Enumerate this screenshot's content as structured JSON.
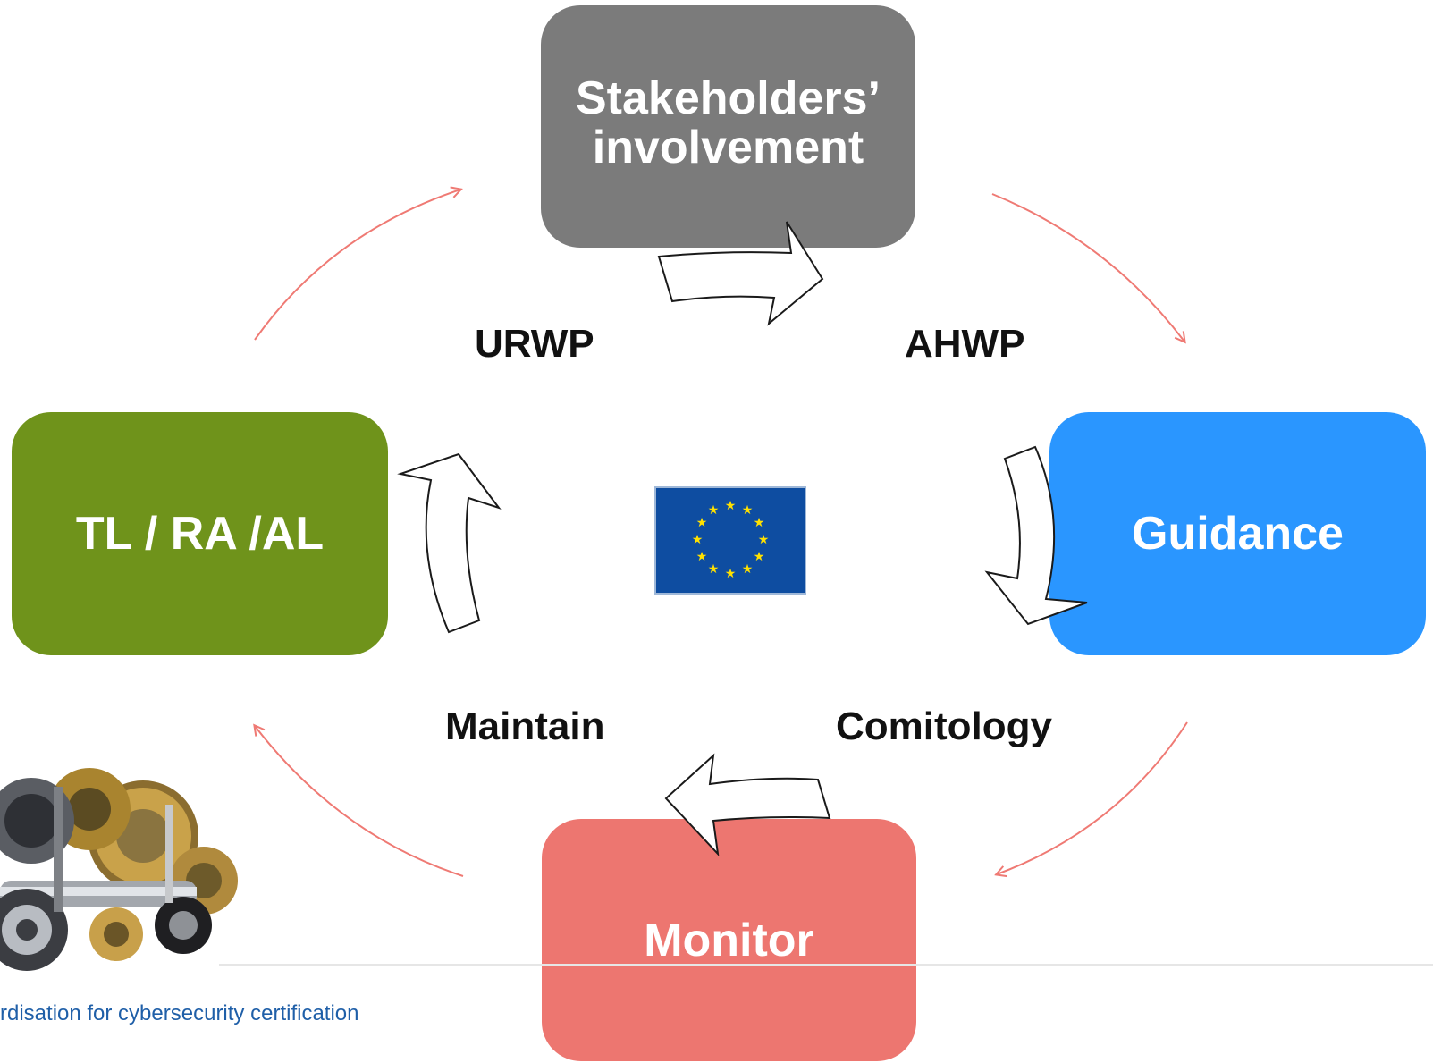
{
  "boxes": {
    "stakeholders": {
      "line1": "Stakeholders’",
      "line2": "involvement",
      "color": "#7b7b7b"
    },
    "tl_ra_al": {
      "label": "TL / RA /AL",
      "color": "#6f931b"
    },
    "guidance": {
      "label": "Guidance",
      "color": "#2a96ff"
    },
    "monitor": {
      "label": "Monitor",
      "color": "#ed7670"
    }
  },
  "transitions": {
    "urwp": "URWP",
    "ahwp": "AHWP",
    "maintain": "Maintain",
    "comitology": "Comitology"
  },
  "footer": {
    "text": "rdisation for cybersecurity certification"
  },
  "icons": {
    "center": "eu-flag-icon",
    "corner": "gearbox-image"
  },
  "colors": {
    "cycle_arrow": "#ef7a74",
    "eu_blue": "#0e4da1",
    "eu_star": "#ffe100"
  }
}
